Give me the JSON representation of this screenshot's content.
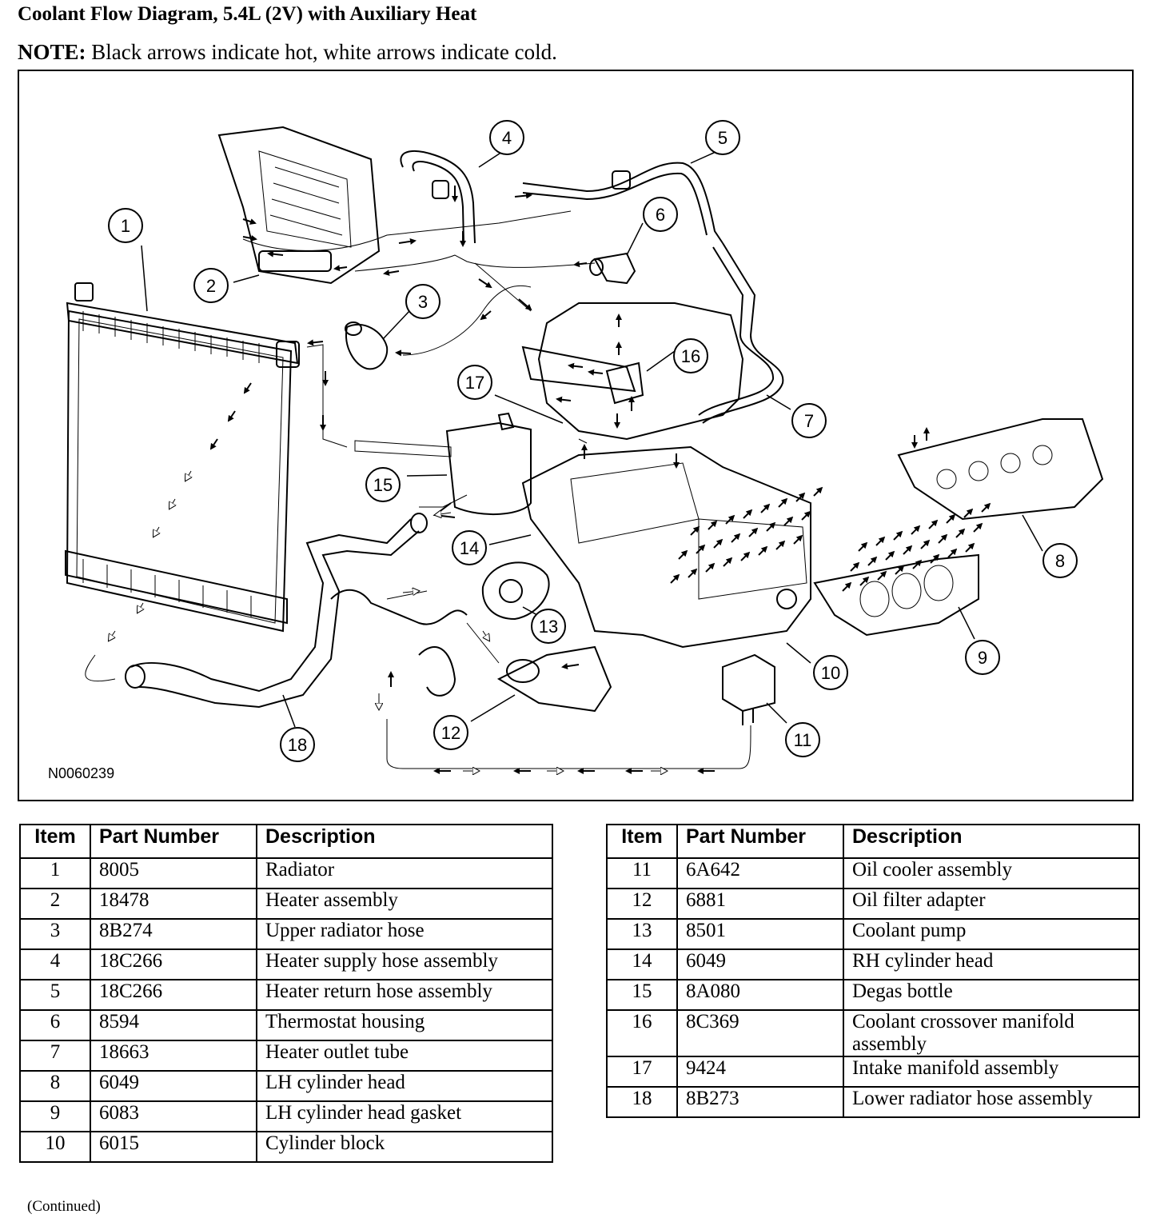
{
  "title": "Coolant Flow Diagram, 5.4L (2V) with Auxiliary Heat",
  "note": {
    "label": "NOTE:",
    "text": "Black arrows indicate hot, white arrows indicate cold."
  },
  "figure_id": "N0060239",
  "callouts": [
    "1",
    "2",
    "3",
    "4",
    "5",
    "6",
    "7",
    "8",
    "9",
    "10",
    "11",
    "12",
    "13",
    "14",
    "15",
    "16",
    "17",
    "18"
  ],
  "table": {
    "headers": [
      "Item",
      "Part Number",
      "Description"
    ],
    "rows": [
      {
        "item": "1",
        "part": "8005",
        "desc": "Radiator"
      },
      {
        "item": "2",
        "part": "18478",
        "desc": "Heater assembly"
      },
      {
        "item": "3",
        "part": "8B274",
        "desc": "Upper radiator hose"
      },
      {
        "item": "4",
        "part": "18C266",
        "desc": "Heater supply hose assembly"
      },
      {
        "item": "5",
        "part": "18C266",
        "desc": "Heater return hose assembly"
      },
      {
        "item": "6",
        "part": "8594",
        "desc": "Thermostat housing"
      },
      {
        "item": "7",
        "part": "18663",
        "desc": "Heater outlet tube"
      },
      {
        "item": "8",
        "part": "6049",
        "desc": "LH cylinder head"
      },
      {
        "item": "9",
        "part": "6083",
        "desc": "LH cylinder head gasket"
      },
      {
        "item": "10",
        "part": "6015",
        "desc": "Cylinder block"
      },
      {
        "item": "11",
        "part": "6A642",
        "desc": "Oil cooler assembly"
      },
      {
        "item": "12",
        "part": "6881",
        "desc": "Oil filter adapter"
      },
      {
        "item": "13",
        "part": "8501",
        "desc": "Coolant pump"
      },
      {
        "item": "14",
        "part": "6049",
        "desc": "RH cylinder head"
      },
      {
        "item": "15",
        "part": "8A080",
        "desc": "Degas bottle"
      },
      {
        "item": "16",
        "part": "8C369",
        "desc": "Coolant crossover manifold assembly"
      },
      {
        "item": "17",
        "part": "9424",
        "desc": "Intake manifold assembly"
      },
      {
        "item": "18",
        "part": "8B273",
        "desc": "Lower radiator hose assembly"
      }
    ]
  },
  "continued": "(Continued)"
}
